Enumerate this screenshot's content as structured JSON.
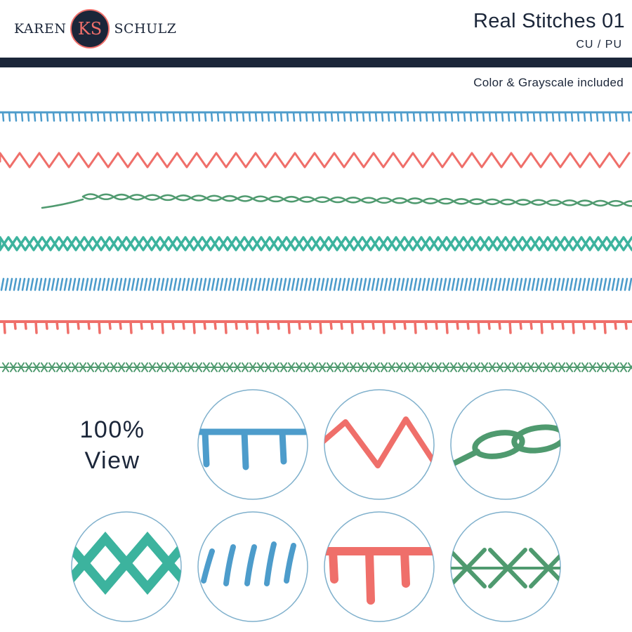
{
  "brand": {
    "first": "KAREN",
    "last": "SCHULZ",
    "initials": "KS"
  },
  "header": {
    "title": "Real Stitches 01",
    "subtitle": "CU / PU"
  },
  "note": "Color & Grayscale included",
  "view_label": {
    "line1": "100%",
    "line2": "View"
  },
  "colors": {
    "navy": "#1b2639",
    "blue": "#4d9ccb",
    "coral": "#ef6f6a",
    "coral_dark": "#d85a50",
    "green": "#4f9a6f",
    "teal": "#3cb39e",
    "circle_border": "#7fb0cc"
  },
  "stitches": [
    {
      "name": "blanket-stitch-blue",
      "color": "blue"
    },
    {
      "name": "zigzag-stitch-coral",
      "color": "coral"
    },
    {
      "name": "chain-stitch-green",
      "color": "green"
    },
    {
      "name": "double-cross-stitch-teal",
      "color": "teal"
    },
    {
      "name": "satin-stitch-blue",
      "color": "blue"
    },
    {
      "name": "fringe-stitch-coral",
      "color": "coral"
    },
    {
      "name": "cross-stitch-green",
      "color": "green"
    }
  ]
}
